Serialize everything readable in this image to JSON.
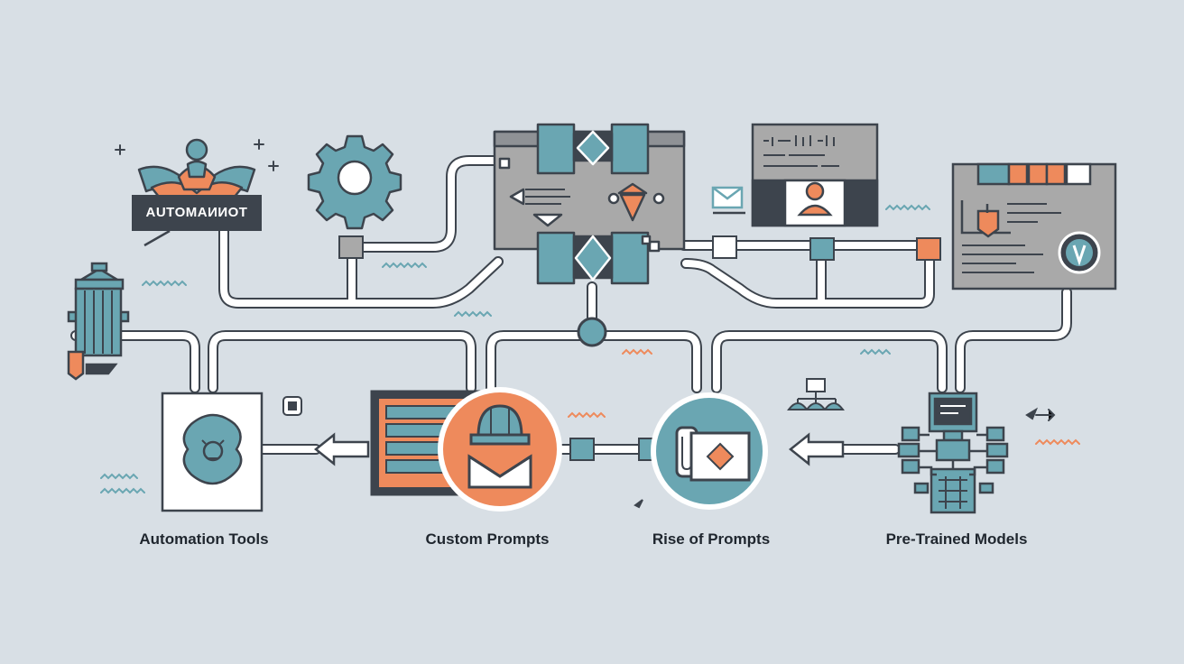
{
  "badge": {
    "text": "AUTOMAИИOT"
  },
  "stages": [
    {
      "label": "Automation Tools"
    },
    {
      "label": "Custom Prompts"
    },
    {
      "label": "Rise of Prompts"
    },
    {
      "label": "Pre-Trained Models"
    }
  ],
  "colors": {
    "background": "#d8dfe5",
    "teal": "#6aa6b2",
    "orange": "#ee8a5c",
    "dark": "#3d444d",
    "panel": "#a9a9a9",
    "line": "#ffffff"
  }
}
